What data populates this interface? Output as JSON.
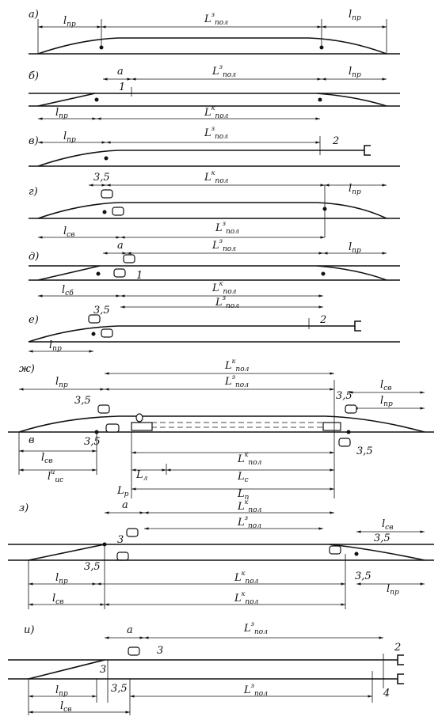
{
  "panels": [
    {
      "id": "a",
      "label": "а)"
    },
    {
      "id": "b",
      "label": "б)"
    },
    {
      "id": "v",
      "label": "в)"
    },
    {
      "id": "g",
      "label": "г)"
    },
    {
      "id": "d",
      "label": "д)"
    },
    {
      "id": "e",
      "label": "е)"
    },
    {
      "id": "zh",
      "label": "ж)"
    },
    {
      "id": "z",
      "label": "з)"
    },
    {
      "id": "i",
      "label": "и)"
    }
  ],
  "symbols": {
    "l_pr_main": "l",
    "l_pr_sub": "пр",
    "L_pol_main": "L",
    "L_pol_sub": "пол",
    "sup_z": "з",
    "sup_k": "к",
    "sup_u": "и",
    "l_sv_sub": "св",
    "l_sb_sub": "сб",
    "l_is_sub": "ис",
    "L_l_sub": "л",
    "L_c_sub": "с",
    "L_p_sub": "р",
    "L_n_sub": "п",
    "a": "а",
    "v": "в",
    "dist": "3,5",
    "n1": "1",
    "n2": "2",
    "n3": "3",
    "n4": "4"
  }
}
